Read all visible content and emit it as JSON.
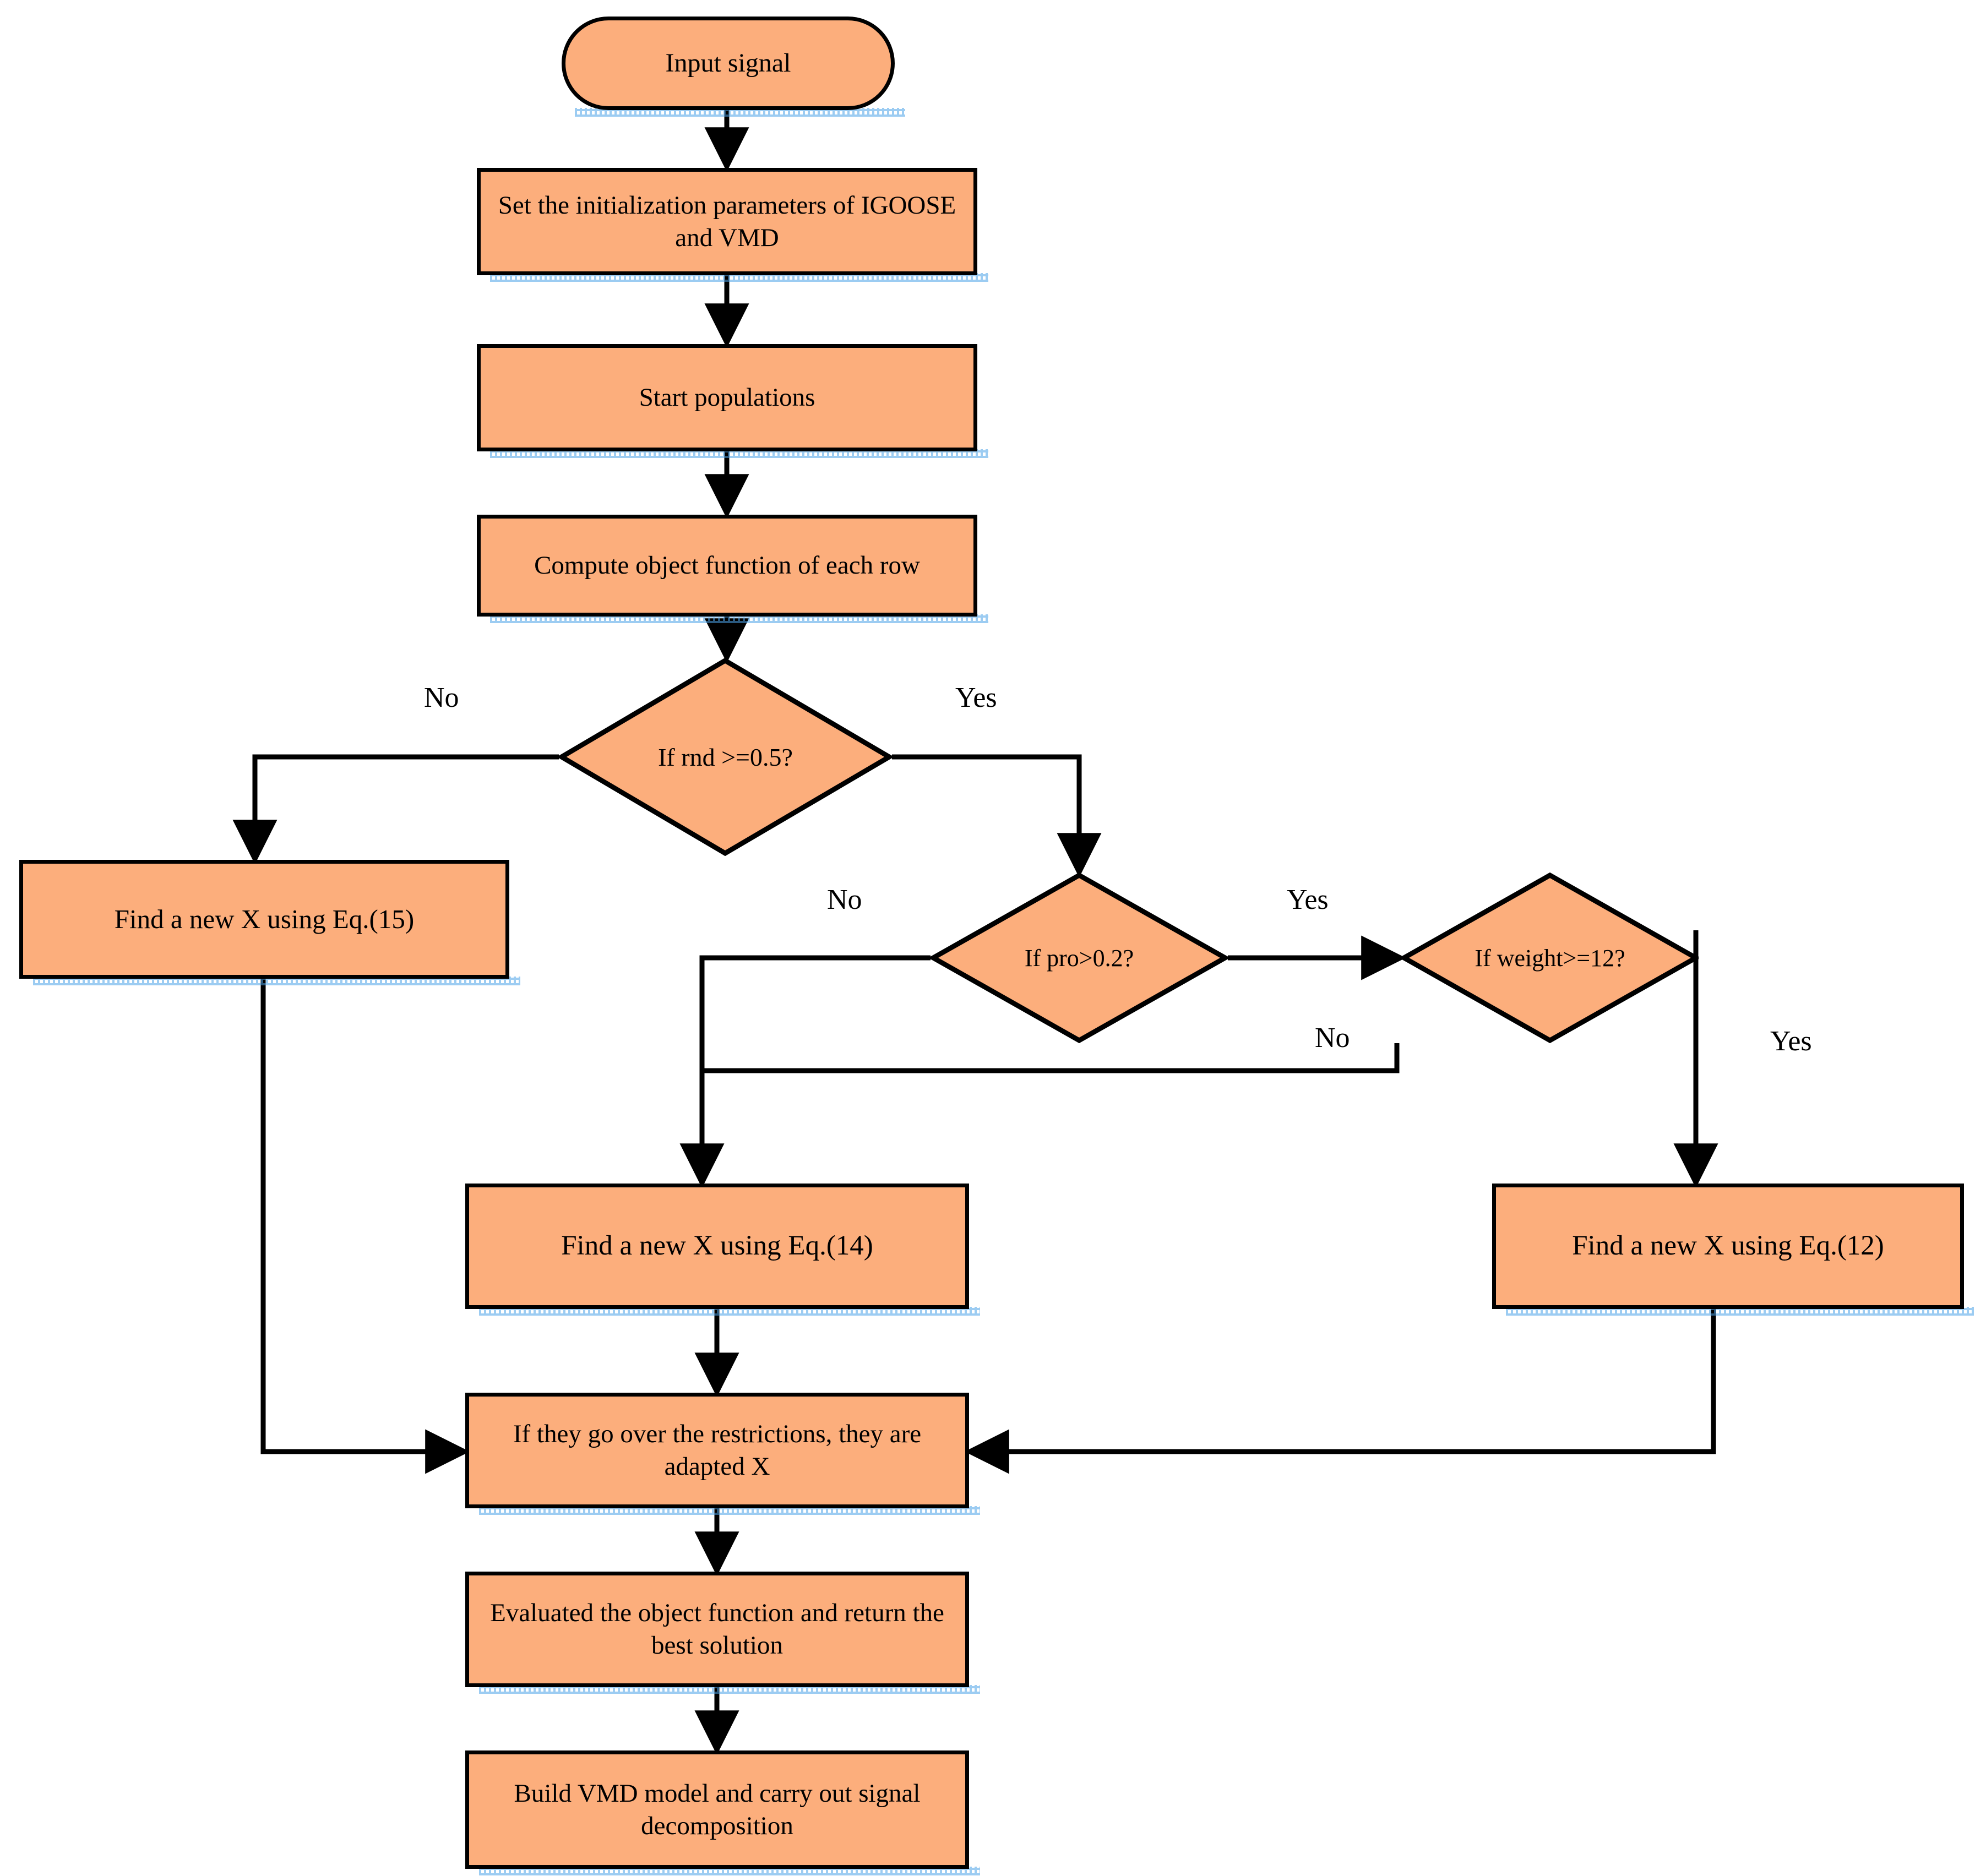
{
  "diagram": {
    "title": "IGOOSE-VMD optimization flowchart",
    "fill_color": "#FCAE7C",
    "stroke_color": "#000000",
    "shadow_color": "#4DA3E8"
  },
  "nodes": {
    "input_signal": "Input signal",
    "set_init": "Set the initialization parameters of IGOOSE and VMD",
    "start_populations": "Start populations",
    "compute_object": "Compute object function of each row",
    "if_rnd": "If rnd >=0.5?",
    "find_x_eq15": "Find a new X using Eq.(15)",
    "if_pro": "If pro>0.2?",
    "if_weight": "If weight>=12?",
    "find_x_eq14": "Find a new X using Eq.(14)",
    "find_x_eq12": "Find a new X using Eq.(12)",
    "restrictions": "If they go over the restrictions, they are adapted X",
    "evaluate": "Evaluated the object function and return the best solution",
    "build_vmd": "Build VMD model and carry out signal decomposition"
  },
  "edge_labels": {
    "rnd_no": "No",
    "rnd_yes": "Yes",
    "pro_no": "No",
    "pro_yes": "Yes",
    "weight_no": "No",
    "weight_yes": "Yes"
  }
}
